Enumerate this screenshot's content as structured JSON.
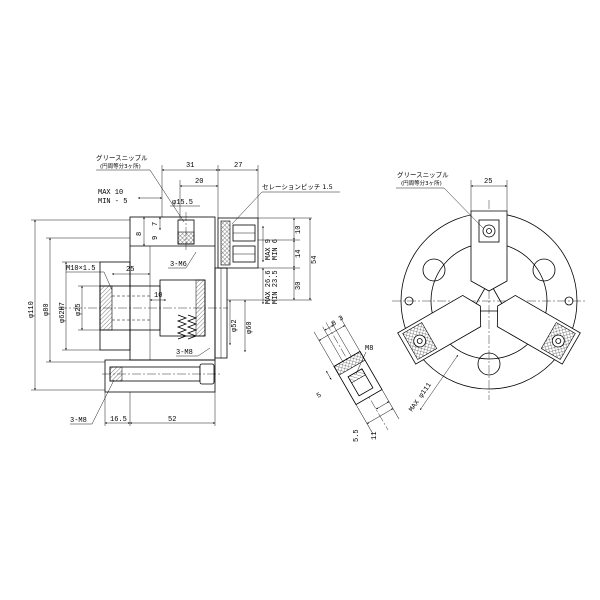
{
  "side_view": {
    "grease_nipple_label": "グリースニップル",
    "grease_nipple_note": "(円周等分3ヶ所)",
    "dim_31": "31",
    "dim_27": "27",
    "dim_20": "20",
    "stroke_max": "MAX 10",
    "stroke_min": "MIN - 5",
    "dim_phi15_5": "φ15.5",
    "serration_pitch": "セレーションピッチ 1.5",
    "dim_7": "7",
    "dim_9": "9",
    "dim_8": "8",
    "jaw_max": "MAX 9",
    "jaw_min": "MIN 6",
    "dim_10_top": "10",
    "dim_14": "14",
    "dim_54": "54",
    "thread_m6": "3-M6",
    "thread_m10": "M10×1.5",
    "dim_25": "25",
    "dim_10_mid": "10",
    "dim_phi110": "φ110",
    "dim_phi80": "φ80",
    "dim_phi62h7": "φ62H7",
    "dim_phi25": "φ25",
    "open_max": "MAX 26.6",
    "open_min": "MIN 23.5",
    "dim_30": "30",
    "dim_phi52": "φ52",
    "dim_phi60": "φ60",
    "thread_m8_mid": "3-M8",
    "thread_m8_bottom": "3-M8",
    "dim_16_5": "16.5",
    "dim_52": "52"
  },
  "front_view": {
    "grease_nipple_label": "グリースニップル",
    "grease_nipple_note": "(円周等分3ヶ所)",
    "dim_25": "25",
    "max_diameter": "MAX φ111"
  },
  "detail_view": {
    "dim_8": "8",
    "dim_3": "3",
    "thread_m8": "M8",
    "dim_5": "5",
    "dim_5_5": "5.5",
    "dim_11": "11"
  },
  "colors": {
    "line": "#000000",
    "background": "#ffffff"
  }
}
